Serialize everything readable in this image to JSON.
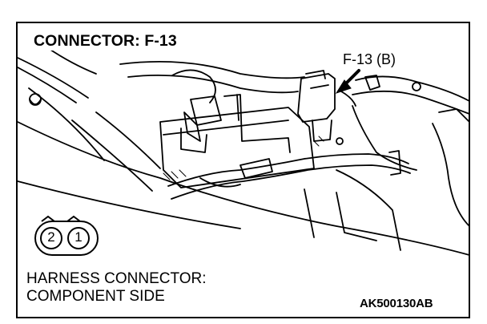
{
  "title": "CONNECTOR: F-13",
  "callout_label": "F-13 (B)",
  "harness": {
    "line1": "HARNESS CONNECTOR:",
    "line2": "COMPONENT SIDE"
  },
  "part_number": "AK500130AB",
  "connector": {
    "pins": [
      "2",
      "1"
    ]
  },
  "colors": {
    "line": "#000000",
    "background": "#ffffff"
  }
}
